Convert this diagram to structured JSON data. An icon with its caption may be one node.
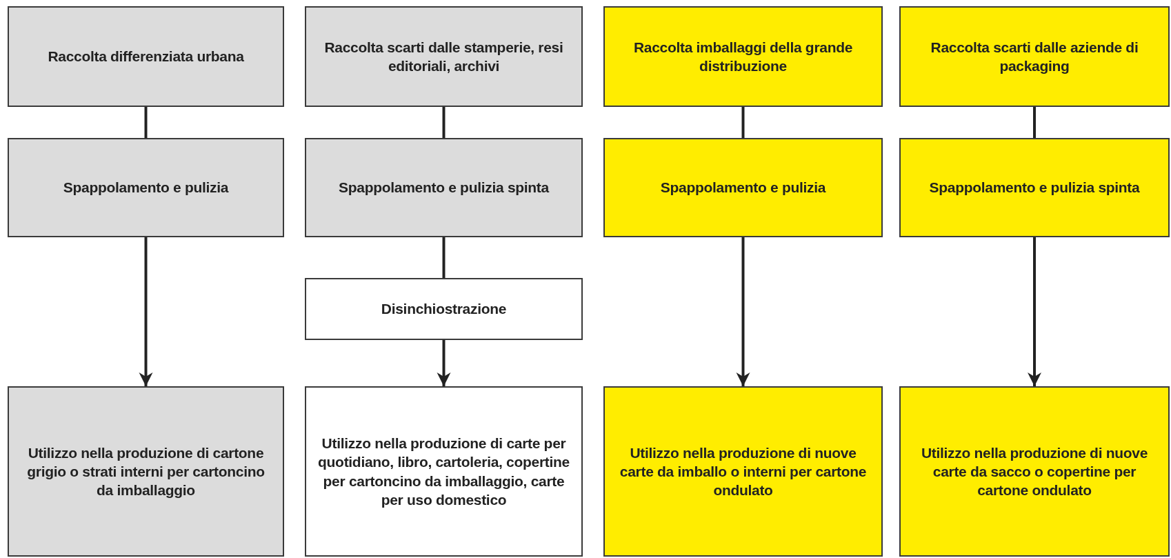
{
  "diagram": {
    "nodes": [
      {
        "text": [
          "Raccolta differenziata urbana"
        ]
      },
      {
        "text": [
          "Raccolta scarti dalle stamperie, resi editoriali, archivi"
        ]
      },
      {
        "text": [
          "Raccolta imballaggi della grande distribuzione"
        ]
      },
      {
        "text": [
          "Raccolta scarti dalle aziende di packaging"
        ]
      },
      {
        "text": [
          "Spappolamento e pulizia"
        ]
      },
      {
        "text": [
          "Spappolamento e pulizia spinta"
        ]
      },
      {
        "text": [
          "Spappolamento e pulizia"
        ]
      },
      {
        "text": [
          "Spappolamento e pulizia spinta"
        ]
      },
      {
        "text": [
          "Disinchiostrazione"
        ]
      },
      {
        "text": [
          "Utilizzo nella produzione di cartone grigio o strati interni per cartoncino da imballaggio"
        ]
      },
      {
        "text": [
          "Utilizzo nella produzione di carte per quotidiano, libro, cartoleria, copertine per cartoncino da imballaggio, carte per uso domestico"
        ]
      },
      {
        "text": [
          "Utilizzo nella produzione di nuove carte da imballo o interni per cartone ondulato"
        ]
      },
      {
        "text": [
          "Utilizzo nella produzione di nuove carte da sacco o copertine per cartone ondulato"
        ]
      }
    ],
    "edges": [
      {
        "from": 0,
        "to": 4,
        "arrow": "none"
      },
      {
        "from": 1,
        "to": 5,
        "arrow": "none"
      },
      {
        "from": 2,
        "to": 6,
        "arrow": "none"
      },
      {
        "from": 3,
        "to": 7,
        "arrow": "none"
      },
      {
        "from": 4,
        "to": 9,
        "arrow": "to"
      },
      {
        "from": 5,
        "to": 8,
        "arrow": "none"
      },
      {
        "from": 8,
        "to": 10,
        "arrow": "to"
      },
      {
        "from": 6,
        "to": 11,
        "arrow": "to"
      },
      {
        "from": 7,
        "to": 12,
        "arrow": "to"
      }
    ]
  }
}
